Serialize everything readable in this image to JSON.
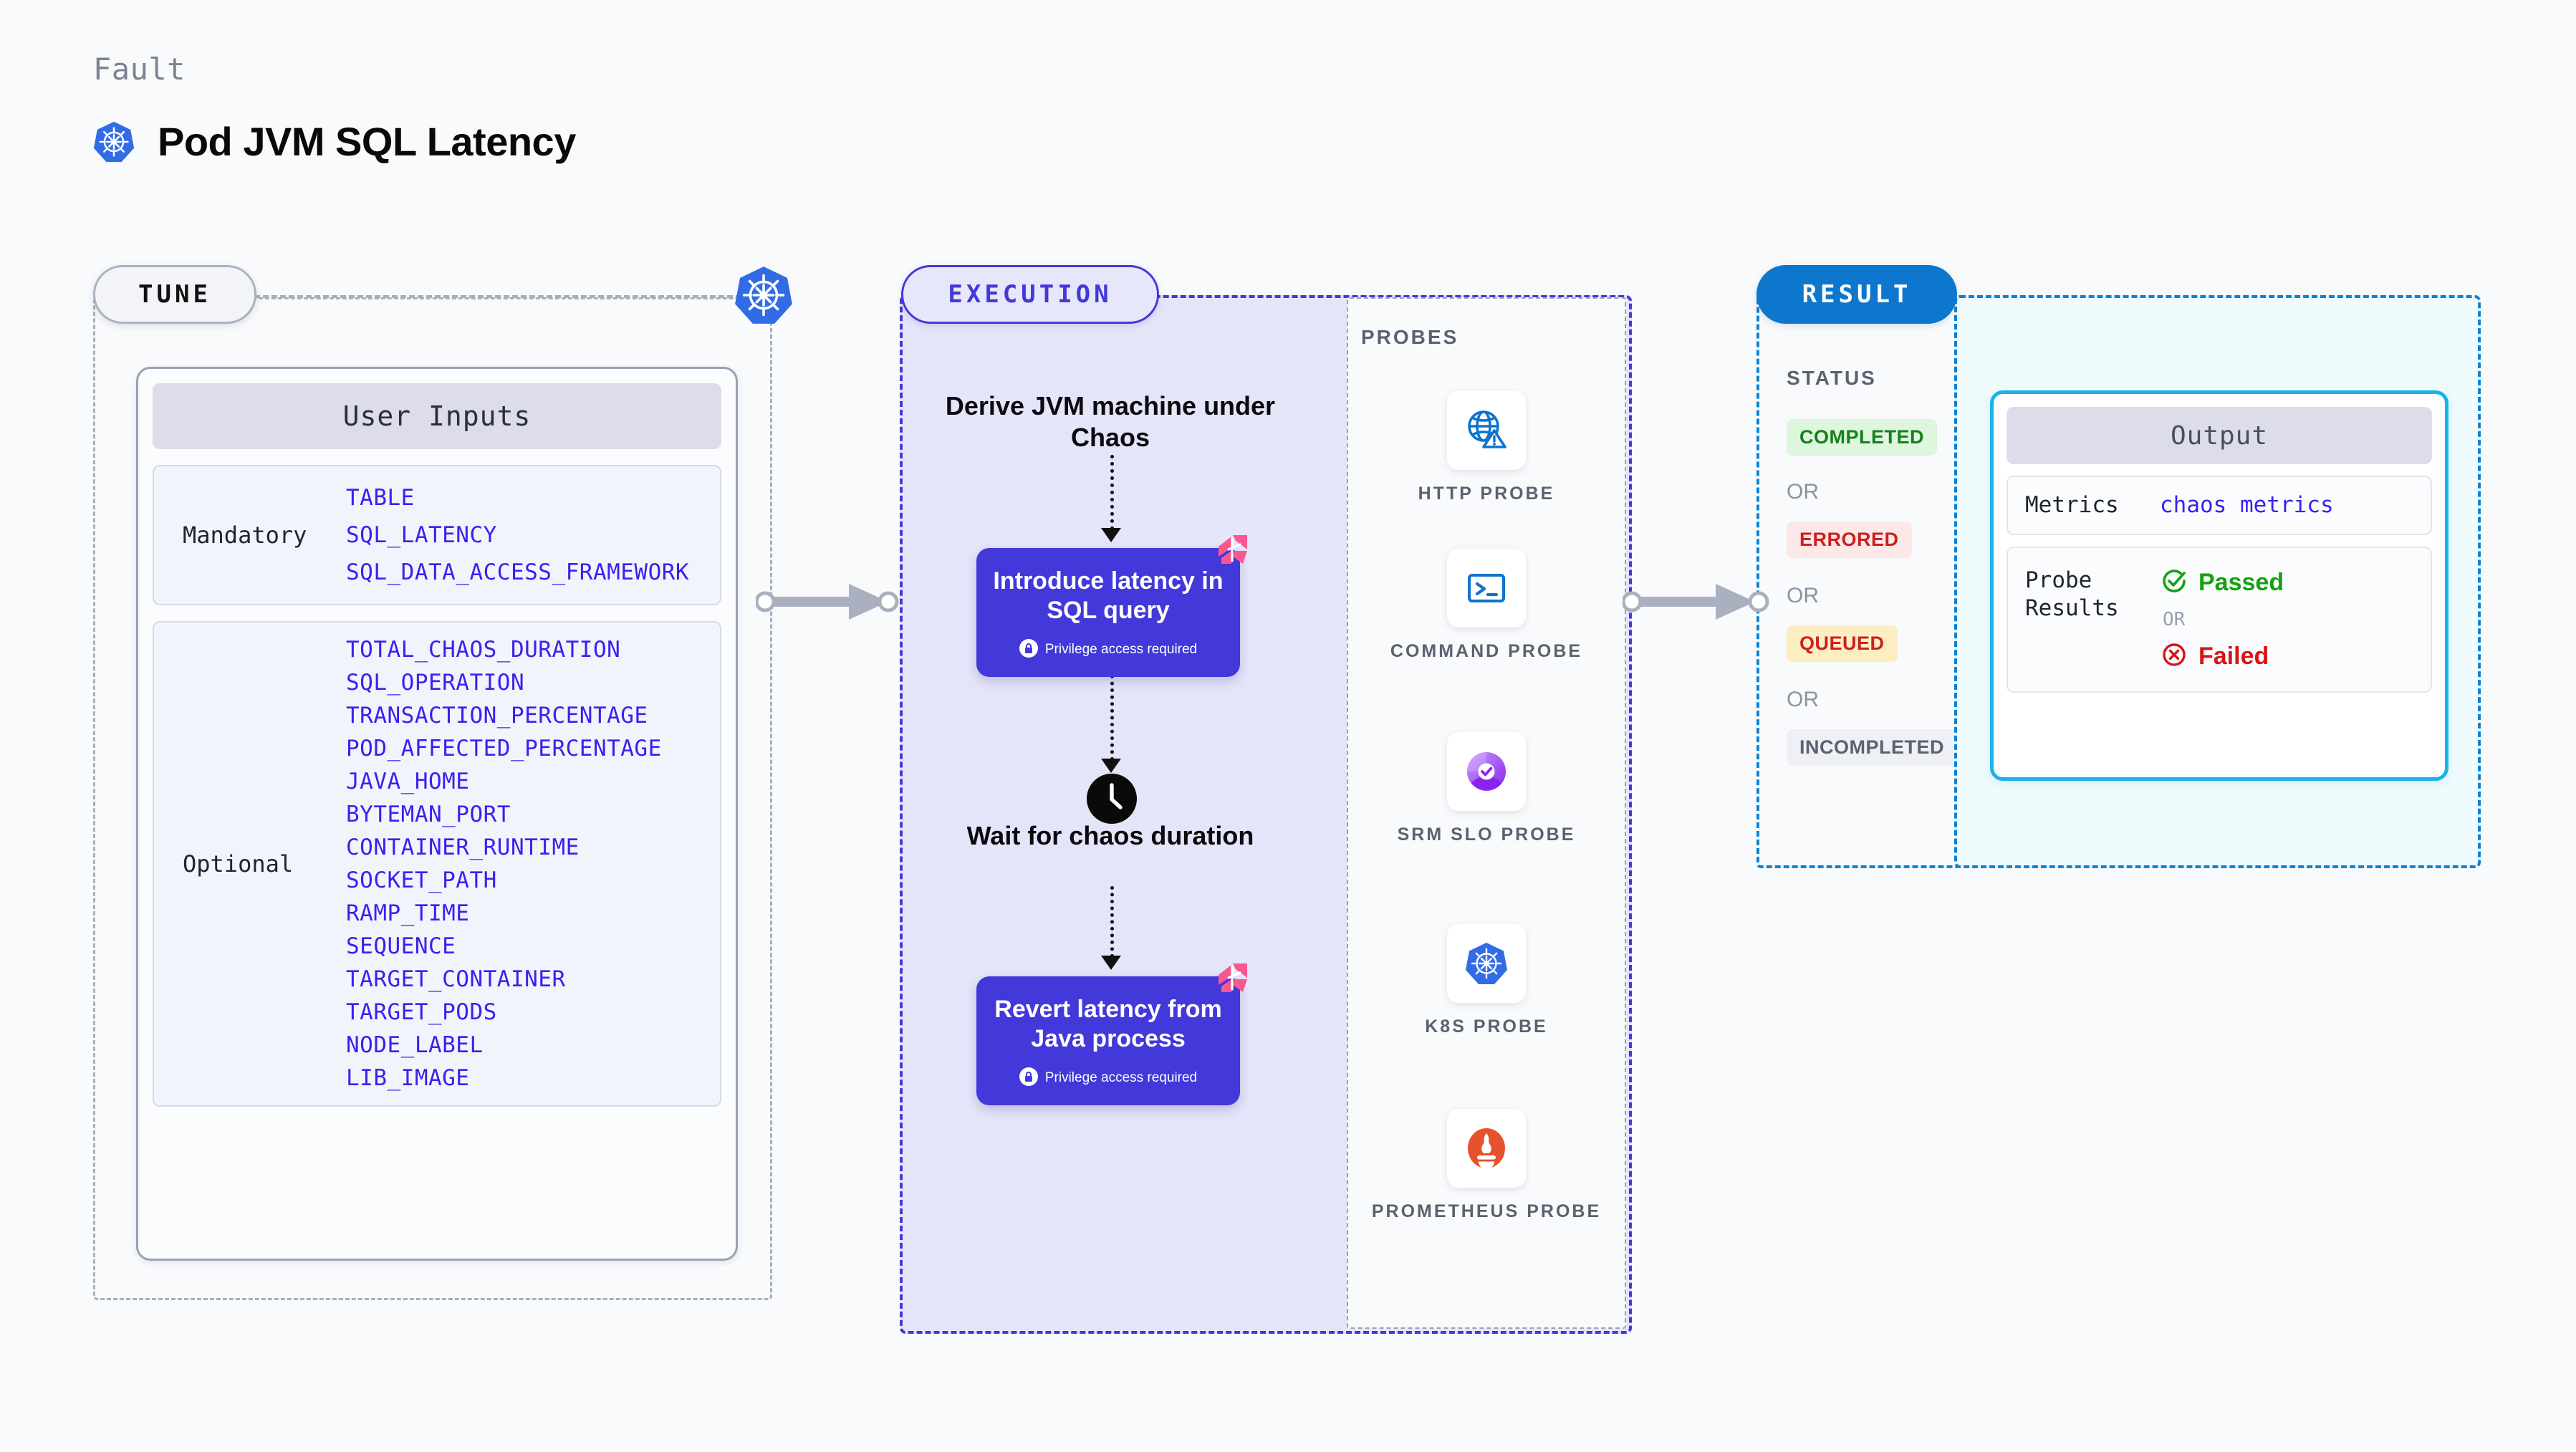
{
  "header": {
    "eyebrow": "Fault",
    "title": "Pod JVM SQL Latency",
    "icon": "kubernetes-icon"
  },
  "tune": {
    "pill_label": "TUNE",
    "border_icon": "kubernetes-icon",
    "card_title": "User Inputs",
    "groups": [
      {
        "kind": "Mandatory",
        "params": [
          "TABLE",
          "SQL_LATENCY",
          "SQL_DATA_ACCESS_FRAMEWORK"
        ]
      },
      {
        "kind": "Optional",
        "params": [
          "TOTAL_CHAOS_DURATION",
          "SQL_OPERATION",
          "TRANSACTION_PERCENTAGE",
          "POD_AFFECTED_PERCENTAGE",
          "JAVA_HOME",
          "BYTEMAN_PORT",
          "CONTAINER_RUNTIME",
          "SOCKET_PATH",
          "RAMP_TIME",
          "SEQUENCE",
          "TARGET_CONTAINER",
          "TARGET_PODS",
          "NODE_LABEL",
          "LIB_IMAGE"
        ]
      }
    ]
  },
  "execution": {
    "pill_label": "EXECUTION",
    "steps": [
      {
        "type": "text",
        "label": "Derive JVM machine under Chaos"
      },
      {
        "type": "card",
        "label": "Introduce latency in SQL query",
        "privilege_note": "Privilege access required",
        "privilege_icon": "lock-icon",
        "corner_icon": "litmus-flag-icon"
      },
      {
        "type": "text",
        "label": "Wait for chaos duration",
        "icon": "clock-icon"
      },
      {
        "type": "card",
        "label": "Revert latency from Java process",
        "privilege_note": "Privilege access required",
        "privilege_icon": "lock-icon",
        "corner_icon": "litmus-flag-icon"
      }
    ]
  },
  "probes": {
    "label": "PROBES",
    "items": [
      {
        "name": "HTTP PROBE",
        "icon": "globe-warning-icon"
      },
      {
        "name": "COMMAND PROBE",
        "icon": "terminal-icon"
      },
      {
        "name": "SRM SLO PROBE",
        "icon": "srm-slo-icon"
      },
      {
        "name": "K8S PROBE",
        "icon": "kubernetes-icon"
      },
      {
        "name": "PROMETHEUS PROBE",
        "icon": "prometheus-icon"
      }
    ]
  },
  "result": {
    "pill_label": "RESULT",
    "status_label": "STATUS",
    "or_label": "OR",
    "statuses": [
      {
        "label": "COMPLETED",
        "bg": "#ddf6dd",
        "color": "#16801d"
      },
      {
        "label": "ERRORED",
        "bg": "#fde8e8",
        "color": "#cc1f1f"
      },
      {
        "label": "QUEUED",
        "bg": "#fdeec2",
        "color": "#cc1f1f"
      },
      {
        "label": "INCOMPLETED",
        "bg": "#eef0f5",
        "color": "#5b6170"
      }
    ]
  },
  "output": {
    "title": "Output",
    "metrics_key": "Metrics",
    "metrics_value": "chaos metrics",
    "probe_results_key": "Probe Results",
    "passed_label": "Passed",
    "failed_label": "Failed",
    "or_label": "OR",
    "passed_icon": "check-circle-icon",
    "failed_icon": "x-circle-icon"
  },
  "colors": {
    "accent_purple": "#4338d9",
    "accent_blue": "#0c82d4",
    "cyan": "#18b3e8",
    "param_blue": "#3a21ef",
    "pink_flag": "#f9578f",
    "k8s_blue": "#326ce5"
  }
}
